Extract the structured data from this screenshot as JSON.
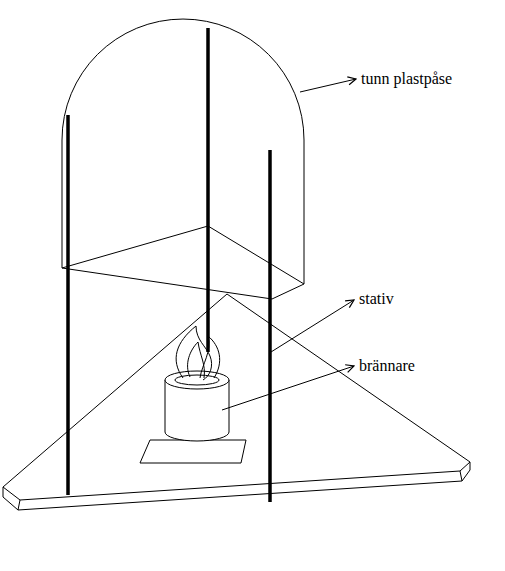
{
  "diagram": {
    "labels": [
      "tunn plastpåse",
      "stativ",
      "brännare"
    ]
  }
}
